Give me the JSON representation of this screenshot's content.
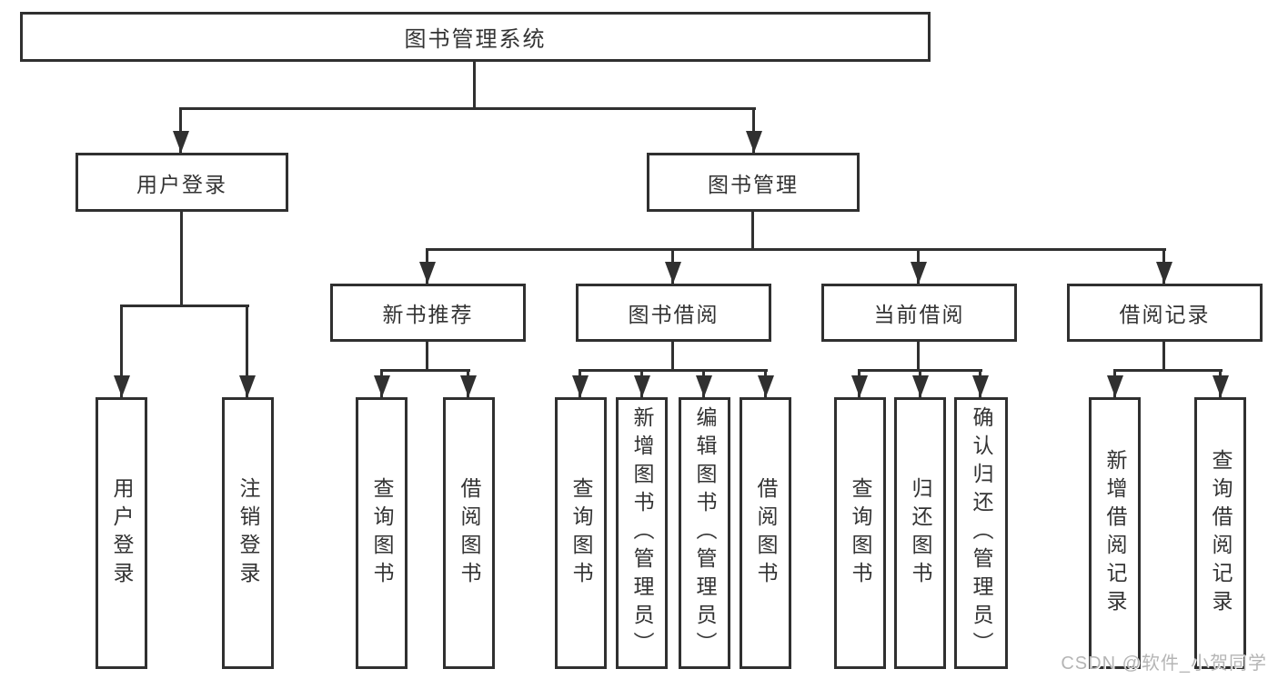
{
  "colors": {
    "line": "#303030",
    "text": "#333333",
    "watermark": "#b5b5b5",
    "background": "#ffffff"
  },
  "watermark": "CSDN @软件_小贺同学",
  "tree": {
    "label": "图书管理系统",
    "children": [
      {
        "label": "用户登录",
        "children": [
          {
            "label": "用户登录"
          },
          {
            "label": "注销登录"
          }
        ]
      },
      {
        "label": "图书管理",
        "children": [
          {
            "label": "新书推荐",
            "children": [
              {
                "label": "查询图书"
              },
              {
                "label": "借阅图书"
              }
            ]
          },
          {
            "label": "图书借阅",
            "children": [
              {
                "label": "查询图书"
              },
              {
                "label": "新增图书（管理员）"
              },
              {
                "label": "编辑图书（管理员）"
              },
              {
                "label": "借阅图书"
              }
            ]
          },
          {
            "label": "当前借阅",
            "children": [
              {
                "label": "查询图书"
              },
              {
                "label": "归还图书"
              },
              {
                "label": "确认归还（管理员）"
              }
            ]
          },
          {
            "label": "借阅记录",
            "children": [
              {
                "label": "新增借阅记录"
              },
              {
                "label": "查询借阅记录"
              }
            ]
          }
        ]
      }
    ]
  }
}
